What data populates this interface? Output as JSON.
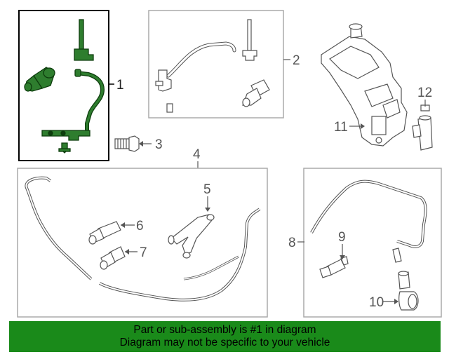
{
  "diagram": {
    "callouts": {
      "c1": "1",
      "c2": "2",
      "c3": "3",
      "c4": "4",
      "c5": "5",
      "c6": "6",
      "c7": "7",
      "c8": "8",
      "c9": "9",
      "c10": "10",
      "c11": "11",
      "c12": "12"
    },
    "highlighted_callout": "1",
    "colors": {
      "highlight": "#1f6b1f",
      "line": "#777777",
      "box": "#999999",
      "banner": "#1a8a1a"
    },
    "icons": [
      "hose-icon",
      "nozzle-icon",
      "pump-icon",
      "reservoir-icon",
      "bolt-icon",
      "connector-icon",
      "sensor-icon"
    ]
  },
  "banner": {
    "line1": "Part or sub-assembly is #1 in diagram",
    "line2": "Diagram may not be specific to your vehicle"
  }
}
